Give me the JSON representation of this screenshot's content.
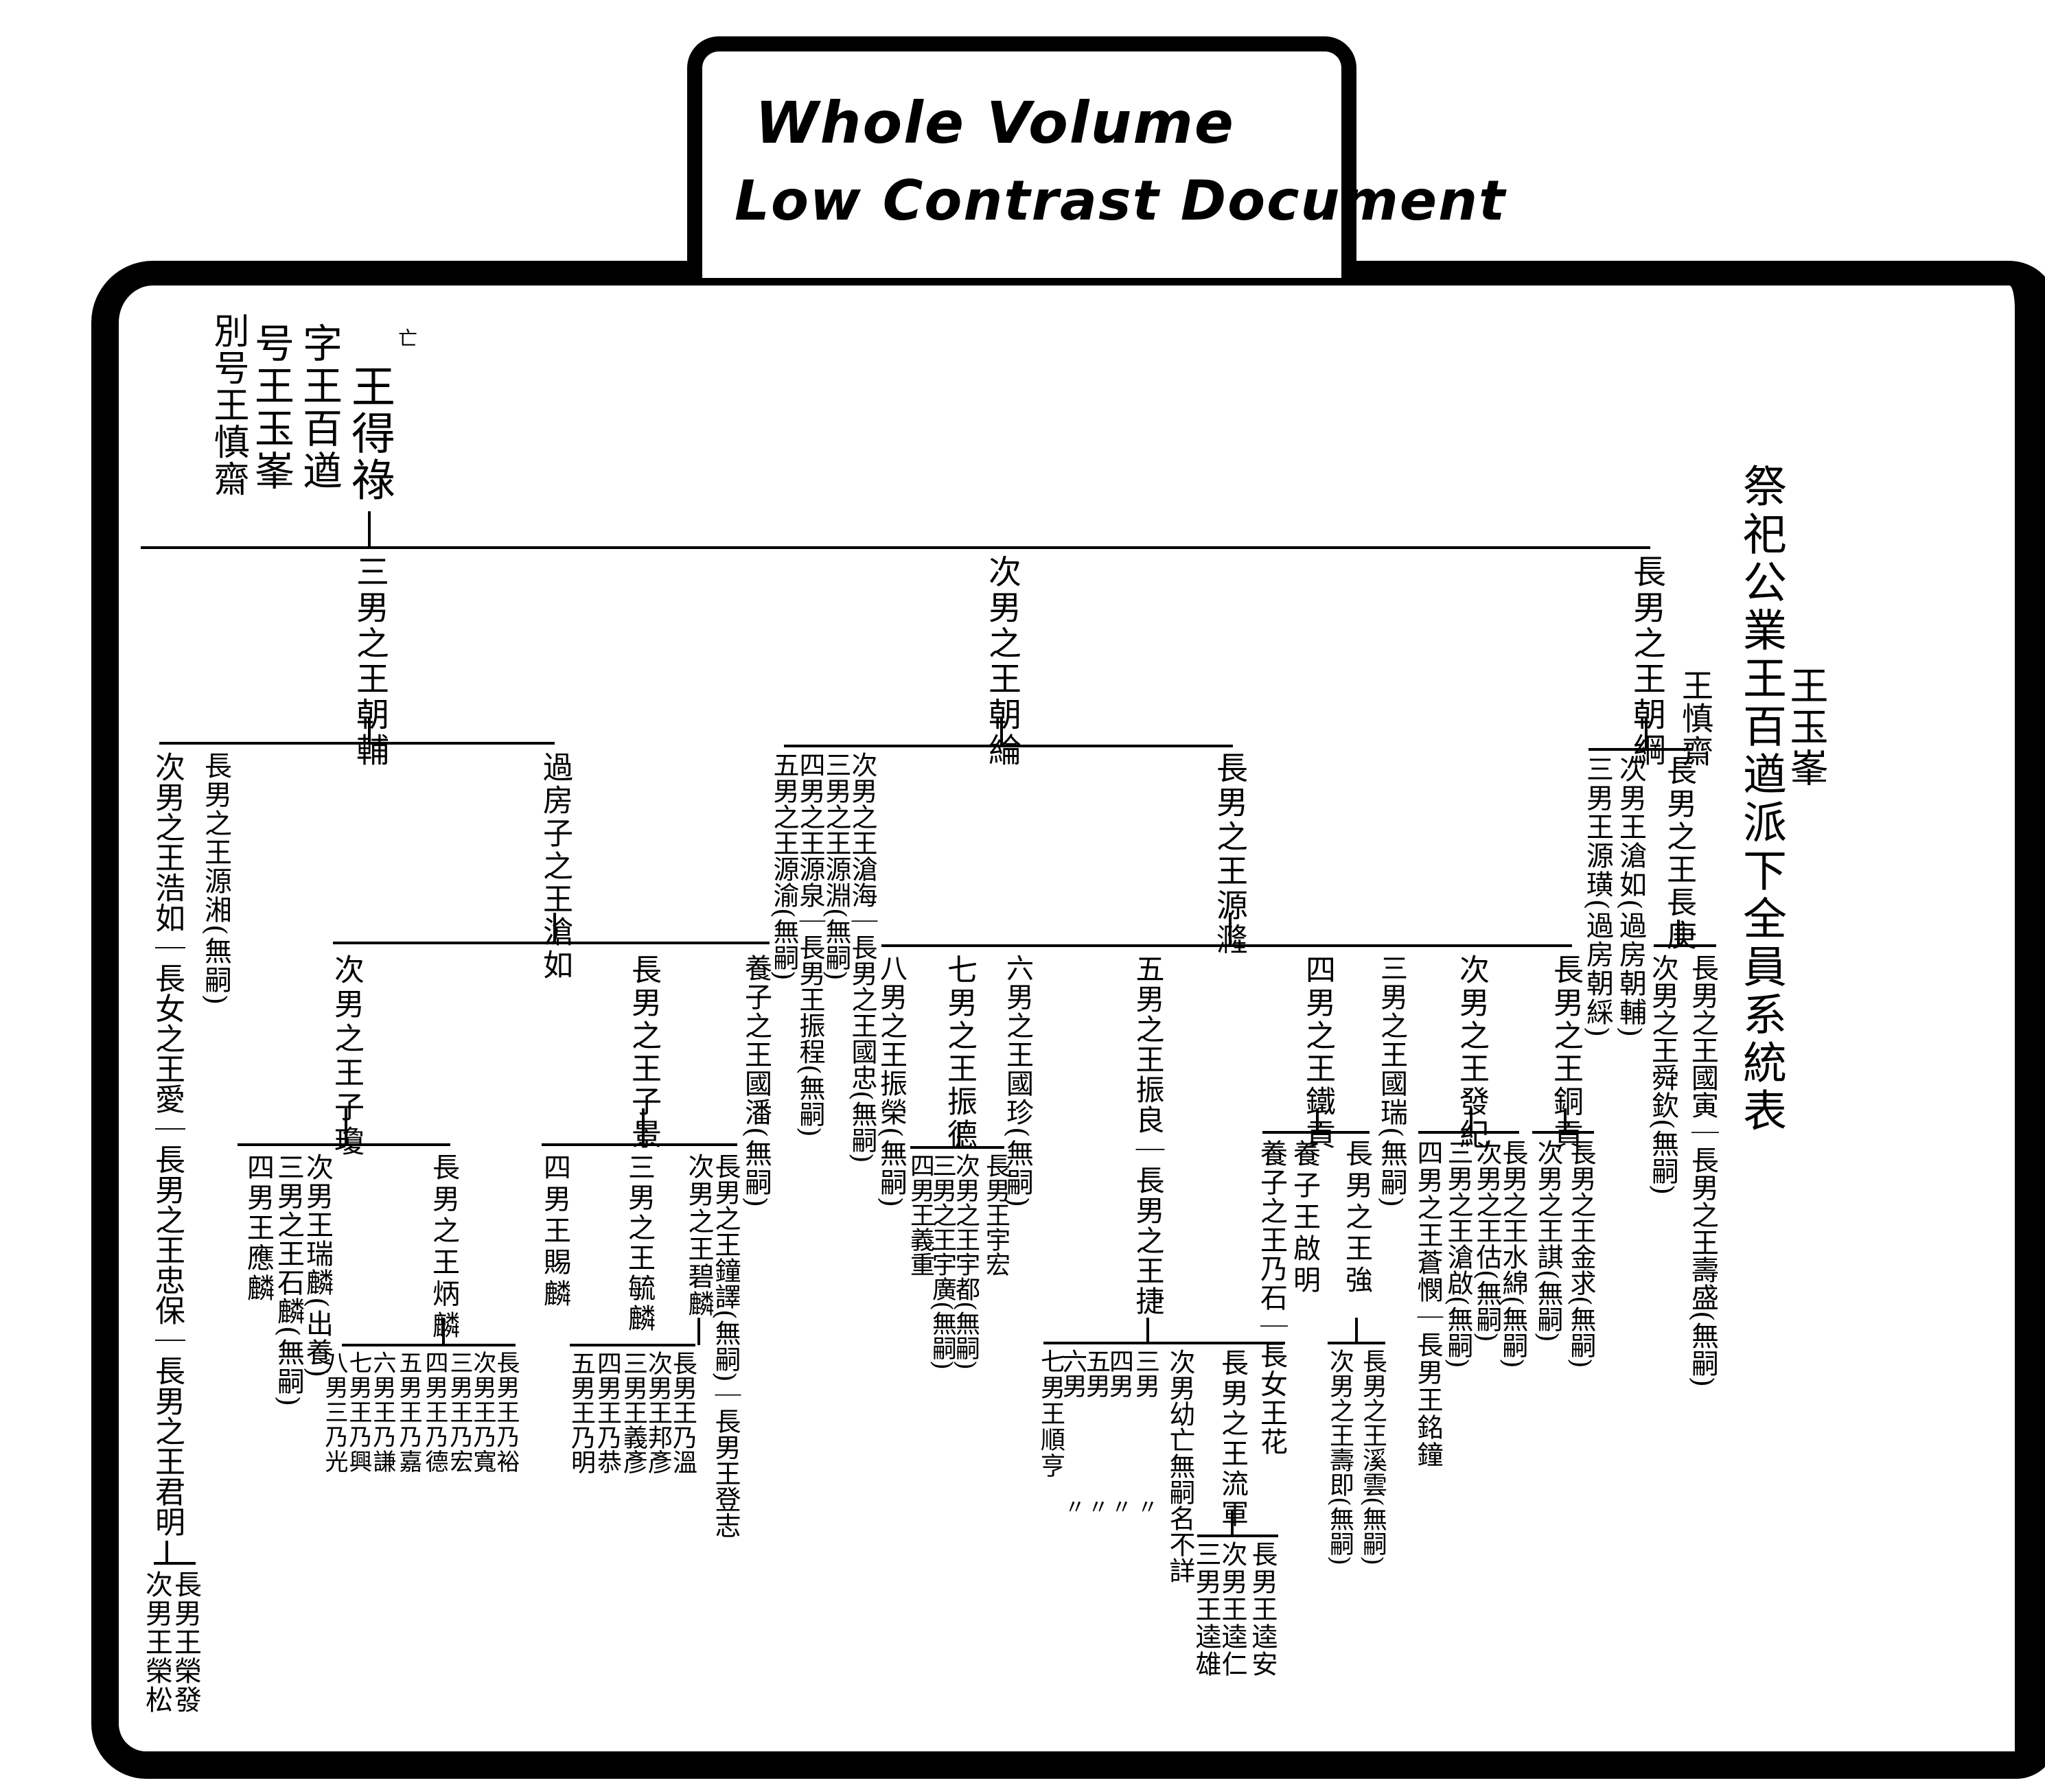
{
  "header": {
    "line1": "Whole Volume",
    "line2": "Low Contrast Document"
  },
  "title": {
    "main": "祭祀公業王百遒派下全員系統表",
    "sub1": "王玉峯",
    "sub2": "王慎齋"
  },
  "root": {
    "name": "王得祿",
    "mark": "亡",
    "zi": "字王百遒",
    "hao": "号王玉峯",
    "biehao": "別号王慎齋"
  },
  "nodes": {
    "chaogang": "長男之王朝綱",
    "chaolun": "次男之王朝綸",
    "chaofu": "三男之王朝輔",
    "changgeng": "長男之王長庚",
    "cangru_adopt": "次男王滄如(過房朝輔)",
    "yuanhuang": "三男王源璜(過房朝綵)",
    "guoyin": "長男之王國寅｜長男之王壽盛(無嗣)",
    "shunqin": "次男之王舜欽(無嗣)",
    "yuanlong": "長男之王源漋",
    "canghai": "次男之王滄海｜長男之王國忠(無嗣)",
    "yuanyuan": "三男之王源淵(無嗣)",
    "yuanquan": "四男之王源泉｜長男王振程(無嗣)",
    "yuanyu": "五男之王源渝(無嗣)",
    "tonggong": "長男之王銅貢",
    "faji": "次男之王發紀",
    "guorui": "三男之王國瑞(無嗣)",
    "tiegong": "四男之王鐵貢",
    "zhenliang": "五男之王振良｜長男之王捷",
    "guozhen": "六男之王國珍(無嗣)",
    "zhende": "七男之王振德",
    "zhenrong": "八男之王振榮(無嗣)",
    "jinqiu": "長男之王金求(無嗣)",
    "qi": "次男之王諆(無嗣)",
    "shuimian": "長男之王水綿(無嗣)",
    "gu": "次男之王估(無嗣)",
    "cangqi": "三男之王滄啟(無嗣)",
    "cangmin": "四男之王蒼憫｜長男王銘鐘",
    "qiang": "長男之王強",
    "qiming": "養子王啟明",
    "naishi": "養子之王乃石｜長女王花",
    "xiyun": "長男之王溪雲(無嗣)",
    "shouji": "次男之王壽即(無嗣)",
    "liujun": "長男之王流軍",
    "jie_son2": "次男幼亡無嗣名不詳",
    "jie_son3": "三男",
    "jie_son4": "四男",
    "jie_son5": "五男",
    "jie_son6": "六男",
    "ditto": "〃",
    "shunheng": "七男王順亨",
    "kuian": "長男王逵安",
    "kuiren": "次男王逵仁",
    "kuixiong": "三男王逵雄",
    "yuhong": "長男王宇宏",
    "yudu": "次男之王宇都(無嗣)",
    "yuguang": "三男之王宇廣(無嗣)",
    "yizhong": "四男王義重",
    "yuanxiang": "長男之王源湘(無嗣)",
    "haoru": "次男之王浩如｜長女之王愛｜長男之王忠保｜長男之王君明",
    "cangru": "過房子之王滄如",
    "rongfa": "長男王榮發",
    "rongsong": "次男王榮松",
    "guopan": "養子之王國潘(無嗣)",
    "zijing": "長男之王子景",
    "ziqiong": "次男之王子瓊",
    "zhongyi": "長男之王鐘譯(無嗣)｜長男王登志",
    "bilin": "次男之王碧麟",
    "yulin": "三男之王毓麟",
    "cilin": "四男王賜麟",
    "naiwen": "長男王乃溫",
    "bangyan": "次男王邦彥",
    "yiyan": "三男王義彥",
    "naigong": "四男王乃恭",
    "naiming": "五男王乃明",
    "binglin": "長男之王炳麟",
    "ruilin": "次男王瑞麟(出養)",
    "shilin": "三男之王石麟(無嗣)",
    "yinglin": "四男王應麟",
    "naiyu": "長男王乃裕",
    "naikuan": "次男王乃寬",
    "naihong": "三男王乃宏",
    "naide": "四男王乃德",
    "naijia": "五男王乃嘉",
    "naiqian": "六男王乃謙",
    "naixing": "七男王乃興",
    "naiguang": "八男三乃光"
  }
}
